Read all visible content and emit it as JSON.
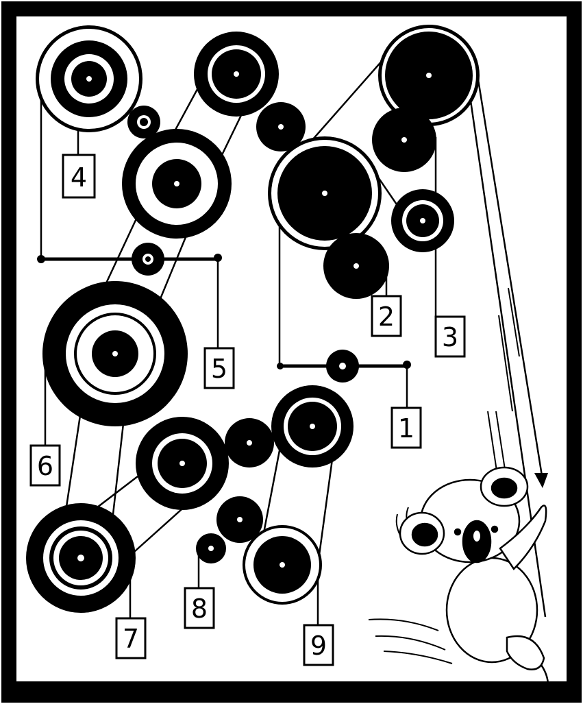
{
  "puzzle": {
    "weights": [
      {
        "id": "1",
        "label": "1"
      },
      {
        "id": "2",
        "label": "2"
      },
      {
        "id": "3",
        "label": "3"
      },
      {
        "id": "4",
        "label": "4"
      },
      {
        "id": "5",
        "label": "5"
      },
      {
        "id": "6",
        "label": "6"
      },
      {
        "id": "7",
        "label": "7"
      },
      {
        "id": "8",
        "label": "8"
      },
      {
        "id": "9",
        "label": "9"
      }
    ],
    "colors": {
      "ink": "#000000",
      "paper": "#ffffff"
    }
  }
}
